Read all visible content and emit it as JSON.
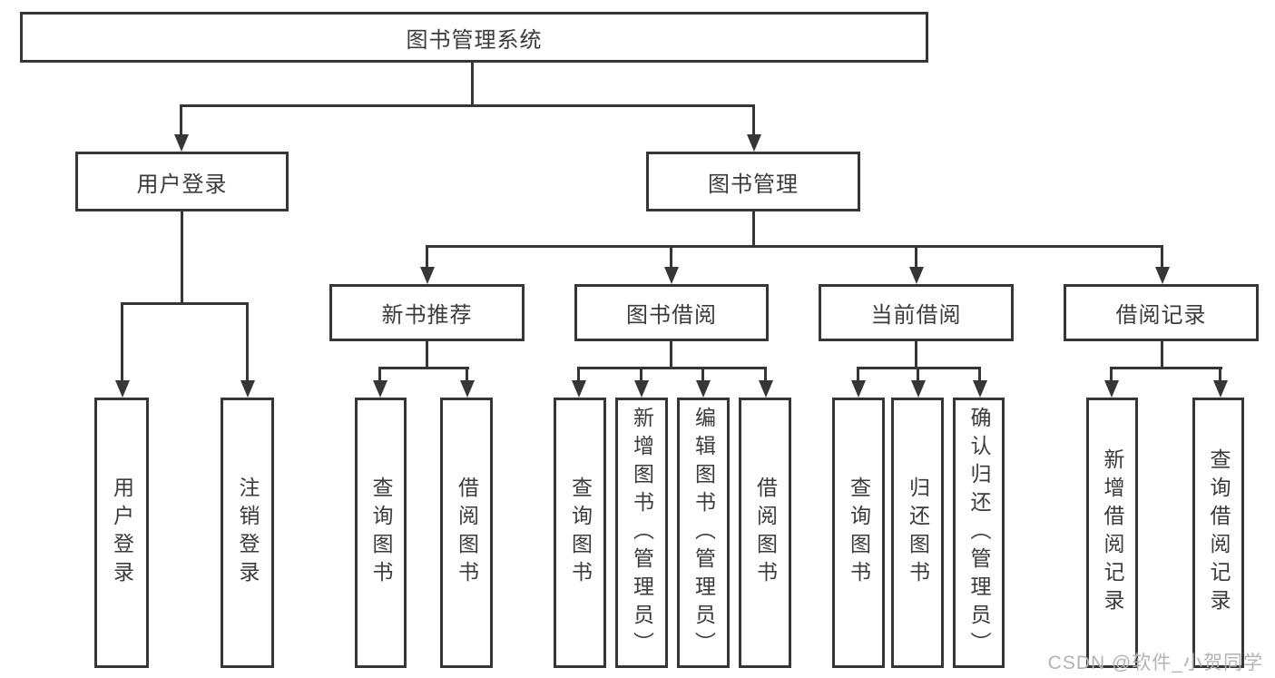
{
  "diagram": {
    "title": "图书管理系统",
    "nodes": [
      {
        "id": "root",
        "label": "图书管理系统"
      },
      {
        "id": "user-login",
        "label": "用户登录"
      },
      {
        "id": "book-mgmt",
        "label": "图书管理"
      },
      {
        "id": "new-book-rec",
        "label": "新书推荐"
      },
      {
        "id": "book-borrow",
        "label": "图书借阅"
      },
      {
        "id": "current-borrow",
        "label": "当前借阅"
      },
      {
        "id": "borrow-records",
        "label": "借阅记录"
      },
      {
        "id": "user-login-leaf",
        "label": "用户登录"
      },
      {
        "id": "logout-leaf",
        "label": "注销登录"
      },
      {
        "id": "query-books-rec",
        "label": "查询图书"
      },
      {
        "id": "borrow-books-rec",
        "label": "借阅图书"
      },
      {
        "id": "query-books-borrow",
        "label": "查询图书"
      },
      {
        "id": "add-books-admin",
        "label": "新增图书（管理员）"
      },
      {
        "id": "edit-books-admin",
        "label": "编辑图书（管理员）"
      },
      {
        "id": "borrow-books-borrow",
        "label": "借阅图书"
      },
      {
        "id": "query-books-current",
        "label": "查询图书"
      },
      {
        "id": "return-books",
        "label": "归还图书"
      },
      {
        "id": "confirm-return-admin",
        "label": "确认归还（管理员）"
      },
      {
        "id": "add-borrow-record",
        "label": "新增借阅记录"
      },
      {
        "id": "query-borrow-record",
        "label": "查询借阅记录"
      }
    ],
    "edges": [
      [
        "root",
        "user-login"
      ],
      [
        "root",
        "book-mgmt"
      ],
      [
        "user-login",
        "user-login-leaf"
      ],
      [
        "user-login",
        "logout-leaf"
      ],
      [
        "book-mgmt",
        "new-book-rec"
      ],
      [
        "book-mgmt",
        "book-borrow"
      ],
      [
        "book-mgmt",
        "current-borrow"
      ],
      [
        "book-mgmt",
        "borrow-records"
      ],
      [
        "new-book-rec",
        "query-books-rec"
      ],
      [
        "new-book-rec",
        "borrow-books-rec"
      ],
      [
        "book-borrow",
        "query-books-borrow"
      ],
      [
        "book-borrow",
        "add-books-admin"
      ],
      [
        "book-borrow",
        "edit-books-admin"
      ],
      [
        "book-borrow",
        "borrow-books-borrow"
      ],
      [
        "current-borrow",
        "query-books-current"
      ],
      [
        "current-borrow",
        "return-books"
      ],
      [
        "current-borrow",
        "confirm-return-admin"
      ],
      [
        "borrow-records",
        "add-borrow-record"
      ],
      [
        "borrow-records",
        "query-borrow-record"
      ]
    ]
  },
  "watermark": {
    "text": "CSDN @软件_小贺同学"
  },
  "colors": {
    "line": "#363636",
    "text": "#3b3b3b",
    "watermark": "#b3b3b3",
    "background": "#ffffff"
  }
}
